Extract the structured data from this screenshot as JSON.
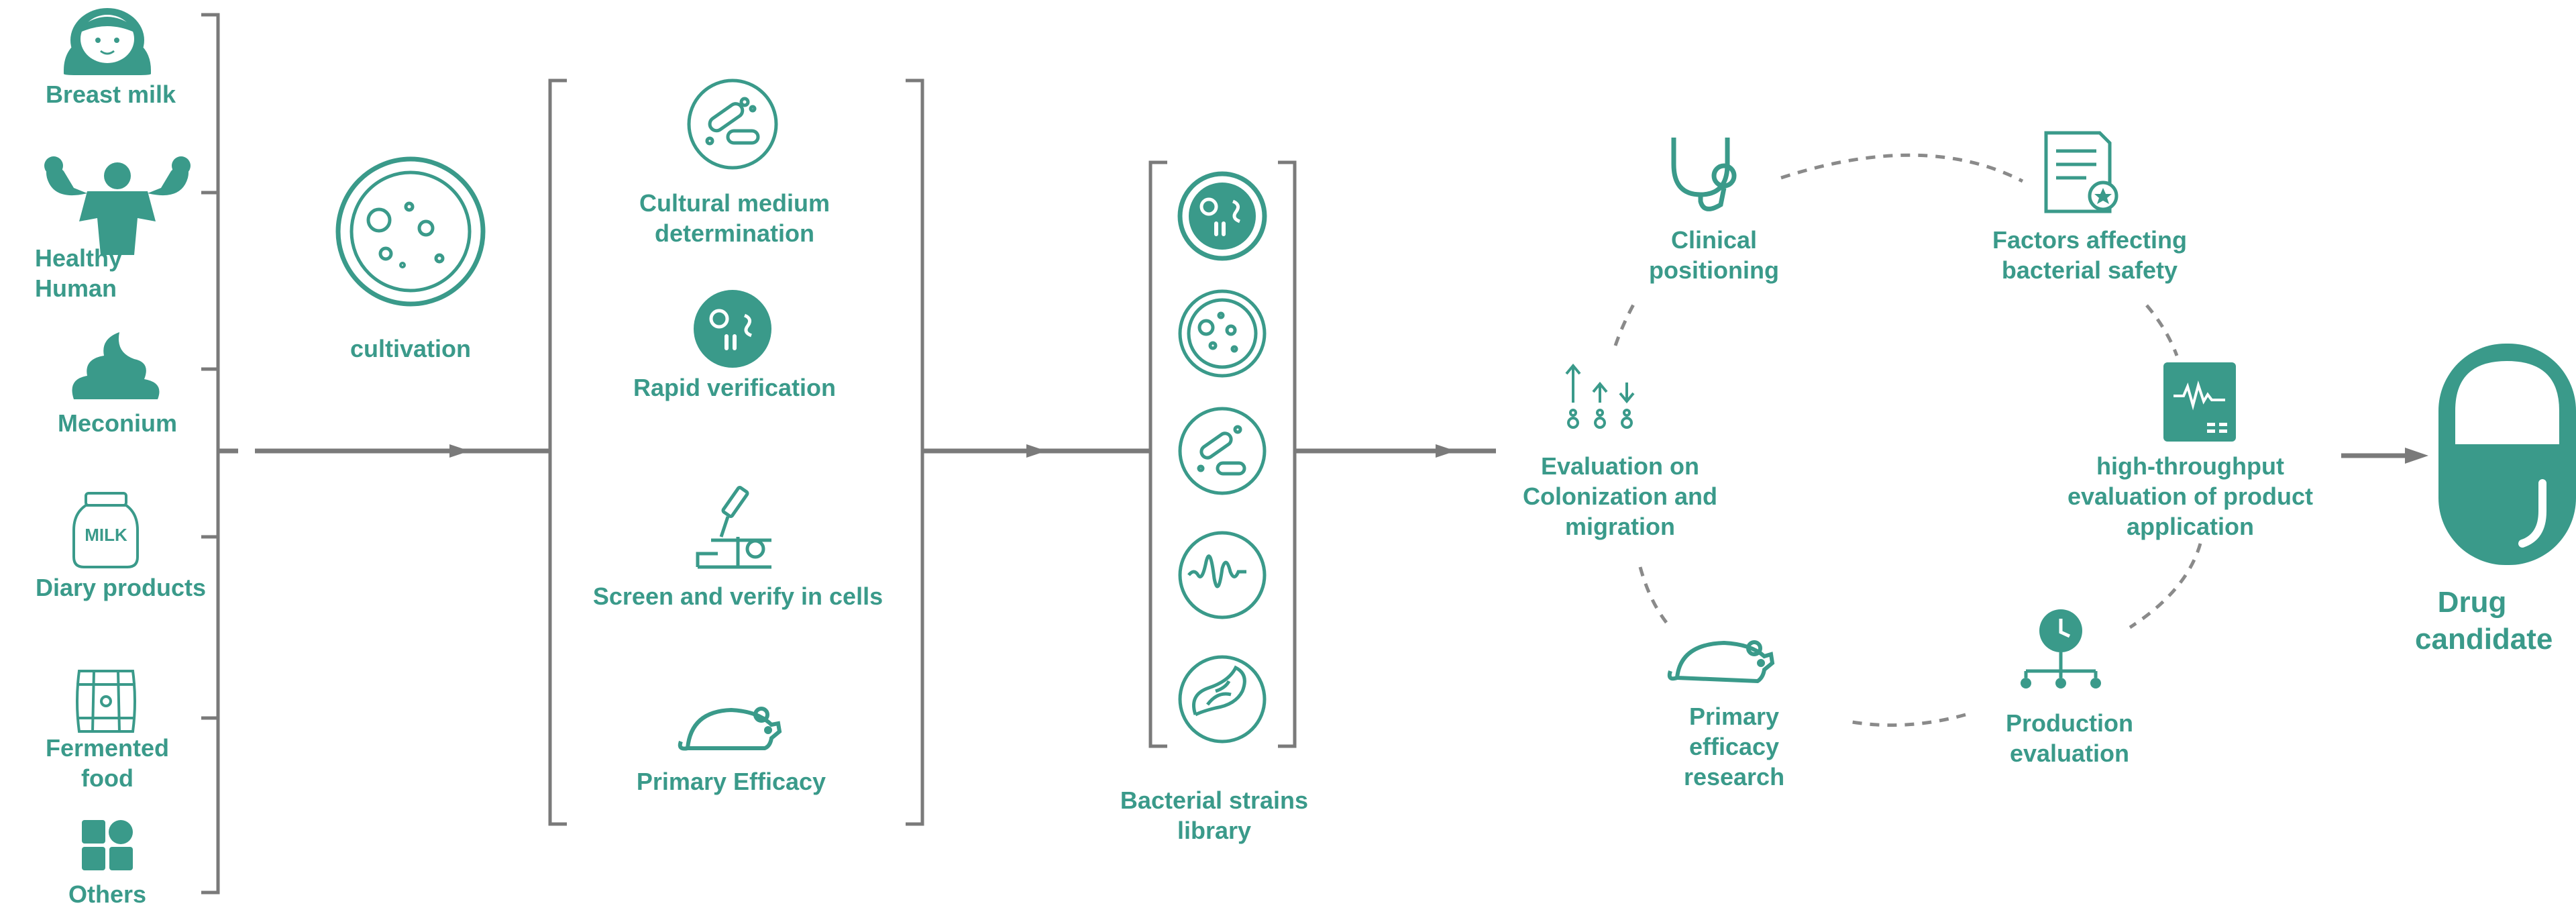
{
  "colors": {
    "teal": "#3a9a8a",
    "arrow": "#7a7a7a",
    "dash": "#8a8a8a",
    "bg": "#ffffff"
  },
  "sources": [
    {
      "label": "Breast milk",
      "icon": "baby-face-icon"
    },
    {
      "label": "Healthy Human",
      "icon": "flexing-man-icon"
    },
    {
      "label": "Meconium",
      "icon": "poop-icon"
    },
    {
      "label": "Diary products",
      "icon": "milk-jar-icon"
    },
    {
      "label": "Fermented food",
      "icon": "barrel-icon"
    },
    {
      "label": "Others",
      "icon": "shapes-grid-icon"
    }
  ],
  "cultivation": {
    "label": "cultivation",
    "icon": "petri-dish-icon"
  },
  "steps": [
    {
      "label": "Cultural medium determination",
      "icon": "bacteria-dish-icon"
    },
    {
      "label": "Rapid verification",
      "icon": "microbe-icon"
    },
    {
      "label": "Screen and verify in cells",
      "icon": "microscope-icon"
    },
    {
      "label": "Primary Efficacy",
      "icon": "mouse-icon"
    }
  ],
  "library": {
    "label": "Bacterial strains library",
    "icons": [
      "microbe-icon",
      "petri-dish-icon",
      "bacteria-dish-icon",
      "waveform-icon",
      "gut-icon"
    ]
  },
  "cycle": [
    {
      "label": "Clinical positioning",
      "icon": "stethoscope-icon"
    },
    {
      "label": "Factors affecting bacterial safety",
      "icon": "report-icon"
    },
    {
      "label": "high-throughput evaluation of product application",
      "icon": "monitor-icon"
    },
    {
      "label": "Production evaluation",
      "icon": "clock-hierarchy-icon"
    },
    {
      "label": "Primary efficacy research",
      "icon": "mouse-icon"
    },
    {
      "label": "Evaluation on Colonization and migration",
      "icon": "migration-arrows-icon"
    }
  ],
  "result": {
    "label": "Drug candidate",
    "icon": "capsule-icon"
  }
}
